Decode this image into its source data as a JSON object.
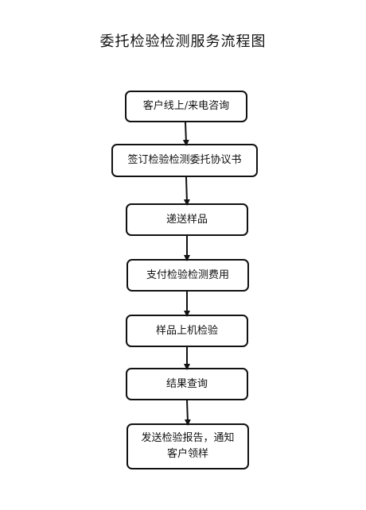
{
  "title": "委托检验检测服务流程图",
  "steps": [
    "客户线上/来电咨询",
    "签订检验检测委托协议书",
    "递送样品",
    "支付检验检测费用",
    "样品上机检验",
    "结果查询",
    "发送检验报告，通知\n客户领样"
  ]
}
